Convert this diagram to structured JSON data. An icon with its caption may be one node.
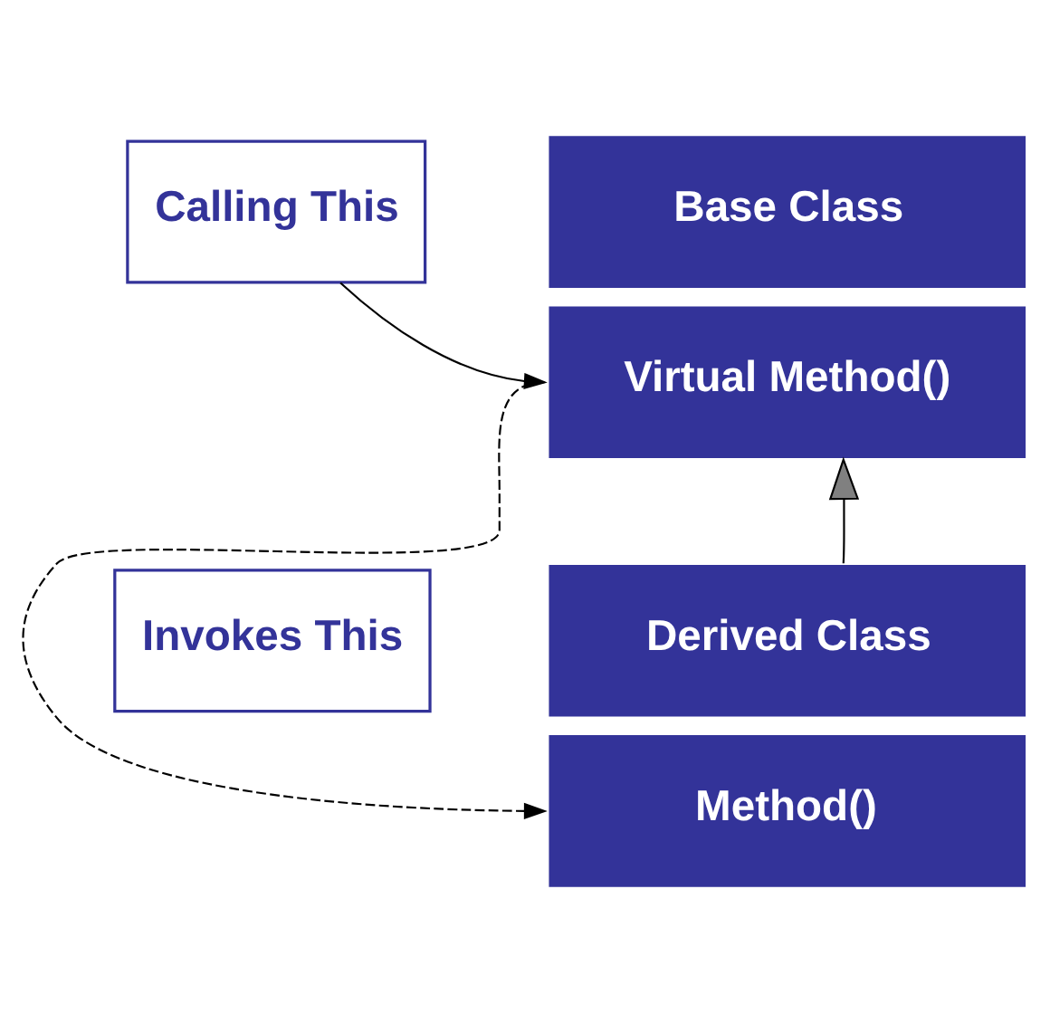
{
  "diagram": {
    "nodes": [
      {
        "text": [
          "Calling This"
        ]
      },
      {
        "text": [
          "Base Class"
        ]
      },
      {
        "text": [
          "Virtual Method()"
        ]
      },
      {
        "text": [
          "Derived Class"
        ]
      },
      {
        "text": [
          "Method()"
        ]
      },
      {
        "text": [
          "Invokes This"
        ]
      }
    ],
    "edges": [
      {
        "from": 0,
        "to": 2,
        "arrow": "to"
      },
      {
        "from": 3,
        "to": 2,
        "arrow": "to"
      },
      {
        "from": 2,
        "to": 4,
        "arrow": "to",
        "style": "dashed"
      }
    ]
  }
}
